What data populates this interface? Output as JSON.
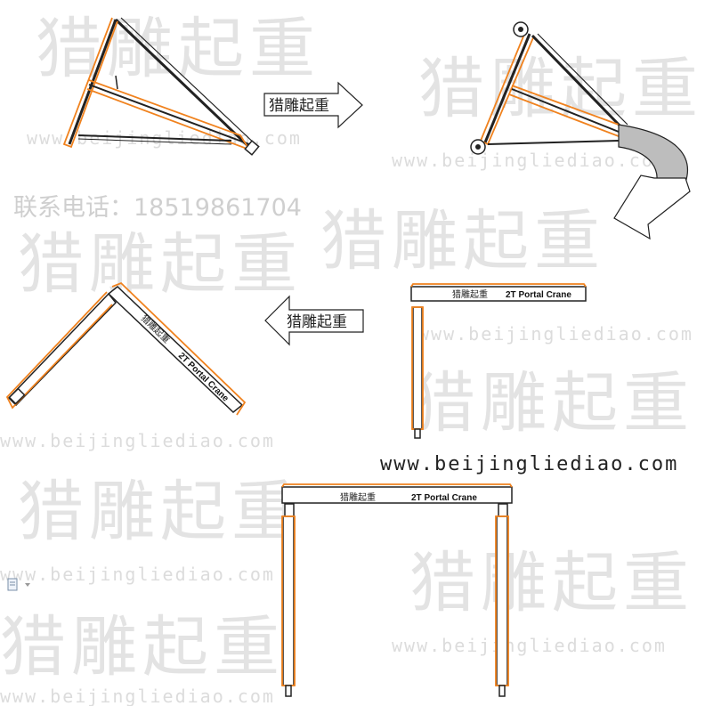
{
  "watermark": {
    "brand": "猎雕起重",
    "url": "www.beijingliediao.com",
    "phone": "联系电话：18519861704"
  },
  "arrows": {
    "label": "猎雕起重"
  },
  "crane": {
    "brand_label": "猎雕起重",
    "model_label": "2T Portal Crane"
  },
  "colors": {
    "outline": "#f0821e",
    "steel": "#222222",
    "watermark": "#e3e3e3"
  },
  "doc_icon": "document-icon"
}
